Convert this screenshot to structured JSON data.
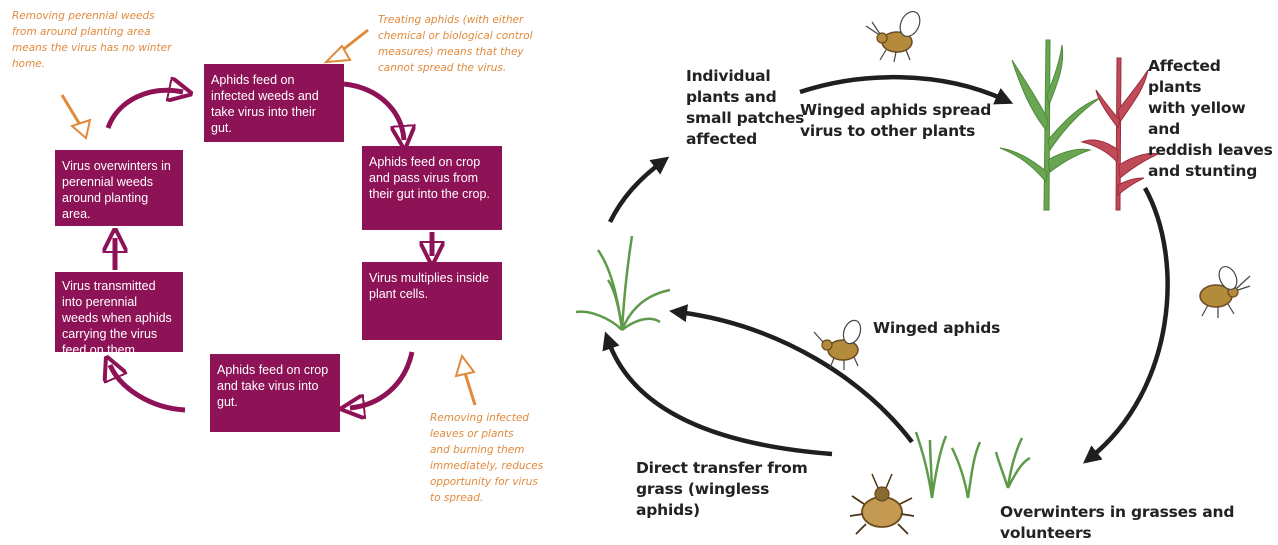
{
  "colors": {
    "box_fill": "#8e1356",
    "box_text": "#ffffff",
    "cycle_arrow": "#8e1356",
    "note_text": "#e08a3c",
    "note_arrow": "#e08a3c",
    "right_text": "#222222",
    "right_arrow": "#1f1f1f",
    "plant_green": "#5e9a4a",
    "plant_red": "#b0384c",
    "aphid_body": "#b48a3c"
  },
  "left": {
    "boxes": {
      "feed_weeds": "Aphids feed on infected weeds and take virus into their gut.",
      "feed_crop_pass": "Aphids feed on crop and pass virus from their gut into the crop.",
      "multiplies": "Virus multiplies inside plant cells.",
      "feed_crop_take": "Aphids feed on crop and take virus into gut.",
      "transmitted": "Virus transmitted into perennial weeds when aphids carrying the virus feed on them",
      "overwinters": "Virus overwinters in perennial weeds around planting area."
    },
    "notes": {
      "remove_weeds": "Removing perennial weeds\nfrom around planting area\nmeans the virus has no winter\nhome.",
      "treat_aphids": "Treating aphids (with either\nchemical or biological control\nmeasures) means that they\ncannot spread the virus.",
      "remove_leaves": "Removing infected\nleaves or plants\nand burning them\nimmediately, reduces\nopportunity for virus\nto spread."
    }
  },
  "right": {
    "labels": {
      "individual": "Individual\nplants and\nsmall patches\naffected",
      "winged_spread": "Winged aphids spread\nvirus to other plants",
      "affected": "Affected plants\nwith yellow and\nreddish leaves\nand stunting",
      "winged": "Winged aphids",
      "direct": "Direct transfer from\ngrass (wingless\naphids)",
      "overwinters": "Overwinters in grasses and\nvolunteers"
    }
  }
}
